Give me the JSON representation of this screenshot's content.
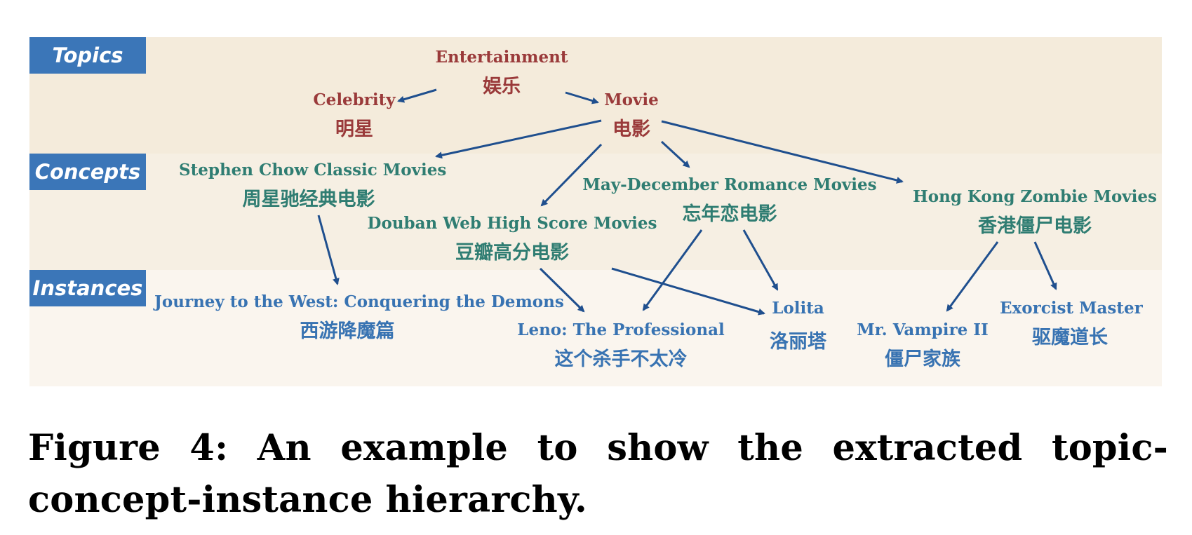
{
  "levels": {
    "topics": "Topics",
    "concepts": "Concepts",
    "instances": "Instances"
  },
  "nodes": {
    "entertainment": {
      "en": "Entertainment",
      "zh": "娱乐"
    },
    "celebrity": {
      "en": "Celebrity",
      "zh": "明星"
    },
    "movie": {
      "en": "Movie",
      "zh": "电影"
    },
    "stephen_chow": {
      "en": "Stephen Chow Classic Movies",
      "zh": "周星驰经典电影"
    },
    "douban": {
      "en": "Douban Web High Score Movies",
      "zh": "豆瓣高分电影"
    },
    "may_december": {
      "en": "May-December Romance Movies",
      "zh": "忘年恋电影"
    },
    "hk_zombie": {
      "en": "Hong Kong Zombie Movies",
      "zh": "香港僵尸电影"
    },
    "journey": {
      "en": "Journey to the West: Conquering the Demons",
      "zh": "西游降魔篇"
    },
    "leno": {
      "en": "Leno: The Professional",
      "zh": "这个杀手不太冷"
    },
    "lolita": {
      "en": "Lolita",
      "zh": "洛丽塔"
    },
    "mr_vampire": {
      "en": "Mr. Vampire II",
      "zh": "僵尸家族"
    },
    "exorcist": {
      "en": "Exorcist Master",
      "zh": "驱魔道长"
    }
  },
  "edges": [
    [
      "entertainment",
      "celebrity"
    ],
    [
      "entertainment",
      "movie"
    ],
    [
      "movie",
      "stephen_chow"
    ],
    [
      "movie",
      "douban"
    ],
    [
      "movie",
      "may_december"
    ],
    [
      "movie",
      "hk_zombie"
    ],
    [
      "stephen_chow",
      "journey"
    ],
    [
      "douban",
      "leno"
    ],
    [
      "douban",
      "lolita"
    ],
    [
      "may_december",
      "leno"
    ],
    [
      "may_december",
      "lolita"
    ],
    [
      "hk_zombie",
      "mr_vampire"
    ],
    [
      "hk_zombie",
      "exorcist"
    ]
  ],
  "colors": {
    "topic_text": "#9a3a3a",
    "concept_text": "#2f7d72",
    "instance_text": "#3873b2",
    "tag_background": "#3b76b8",
    "arrow": "#1f4f8e",
    "band_topics": "#f4ebdb",
    "band_concepts": "#f6efe3",
    "band_instances": "#faf5ee"
  },
  "caption": "Figure 4: An example to show the extracted topic-concept-instance hierarchy."
}
